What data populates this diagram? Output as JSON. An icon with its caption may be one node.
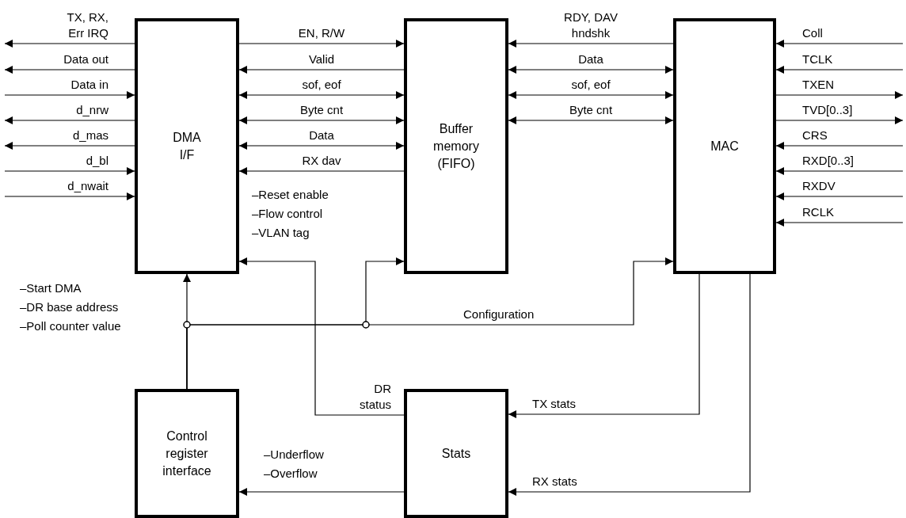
{
  "diagram": {
    "nodes": [
      {
        "text": [
          "DMA I/F"
        ]
      },
      {
        "text": [
          "Buffer memory (FIFO)"
        ]
      },
      {
        "text": [
          "MAC"
        ]
      },
      {
        "text": [
          "Control register interface"
        ]
      },
      {
        "text": [
          "Stats"
        ]
      }
    ],
    "edges": [
      {
        "from": 0,
        "to": null,
        "arrow": "to",
        "label": "TX, RX, Err IRQ"
      },
      {
        "from": 0,
        "to": null,
        "arrow": "to",
        "label": "Data out"
      },
      {
        "from": null,
        "to": 0,
        "arrow": "to",
        "label": "Data in"
      },
      {
        "from": 0,
        "to": null,
        "arrow": "to",
        "label": "d_nrw"
      },
      {
        "from": 0,
        "to": null,
        "arrow": "to",
        "label": "d_mas"
      },
      {
        "from": null,
        "to": 0,
        "arrow": "to",
        "label": "d_bl"
      },
      {
        "from": null,
        "to": 0,
        "arrow": "to",
        "label": "d_nwait"
      },
      {
        "from": 0,
        "to": 1,
        "arrow": "to",
        "label": "EN, R/W"
      },
      {
        "from": 1,
        "to": 0,
        "arrow": "to",
        "label": "Valid"
      },
      {
        "from": 0,
        "to": 1,
        "arrow": "both",
        "label": "sof, eof"
      },
      {
        "from": 0,
        "to": 1,
        "arrow": "both",
        "label": "Byte cnt"
      },
      {
        "from": 0,
        "to": 1,
        "arrow": "both",
        "label": "Data"
      },
      {
        "from": 1,
        "to": 0,
        "arrow": "to",
        "label": "RX dav"
      },
      {
        "from": 2,
        "to": 1,
        "arrow": "to",
        "label": "RDY, DAV hndshk"
      },
      {
        "from": 1,
        "to": 2,
        "arrow": "both",
        "label": "Data"
      },
      {
        "from": 1,
        "to": 2,
        "arrow": "both",
        "label": "sof, eof"
      },
      {
        "from": 1,
        "to": 2,
        "arrow": "both",
        "label": "Byte cnt"
      },
      {
        "from": null,
        "to": 2,
        "arrow": "to",
        "label": "Coll"
      },
      {
        "from": null,
        "to": 2,
        "arrow": "to",
        "label": "TCLK"
      },
      {
        "from": 2,
        "to": null,
        "arrow": "to",
        "label": "TXEN"
      },
      {
        "from": 2,
        "to": null,
        "arrow": "to",
        "label": "TVD[0..3]"
      },
      {
        "from": null,
        "to": 2,
        "arrow": "to",
        "label": "CRS"
      },
      {
        "from": null,
        "to": 2,
        "arrow": "to",
        "label": "RXD[0..3]"
      },
      {
        "from": null,
        "to": 2,
        "arrow": "to",
        "label": "RXDV"
      },
      {
        "from": null,
        "to": 2,
        "arrow": "to",
        "label": "RCLK"
      },
      {
        "from": 2,
        "to": 4,
        "arrow": "to",
        "label": "TX stats"
      },
      {
        "from": 2,
        "to": 4,
        "arrow": "to",
        "label": "RX stats"
      },
      {
        "from": 4,
        "to": 0,
        "arrow": "to",
        "label": "DR status"
      },
      {
        "from": 4,
        "to": 3,
        "arrow": "to"
      },
      {
        "from": 3,
        "to": 0,
        "arrow": "to"
      },
      {
        "from": 3,
        "to": 1,
        "arrow": "to"
      },
      {
        "from": 3,
        "to": 2,
        "arrow": "to",
        "label": "Configuration"
      }
    ],
    "labels": [
      "–Reset enable",
      "–Flow control",
      "–VLAN tag",
      "–Start DMA",
      "–DR base address",
      "–Poll counter value",
      "–Underflow",
      "–Overflow"
    ]
  }
}
